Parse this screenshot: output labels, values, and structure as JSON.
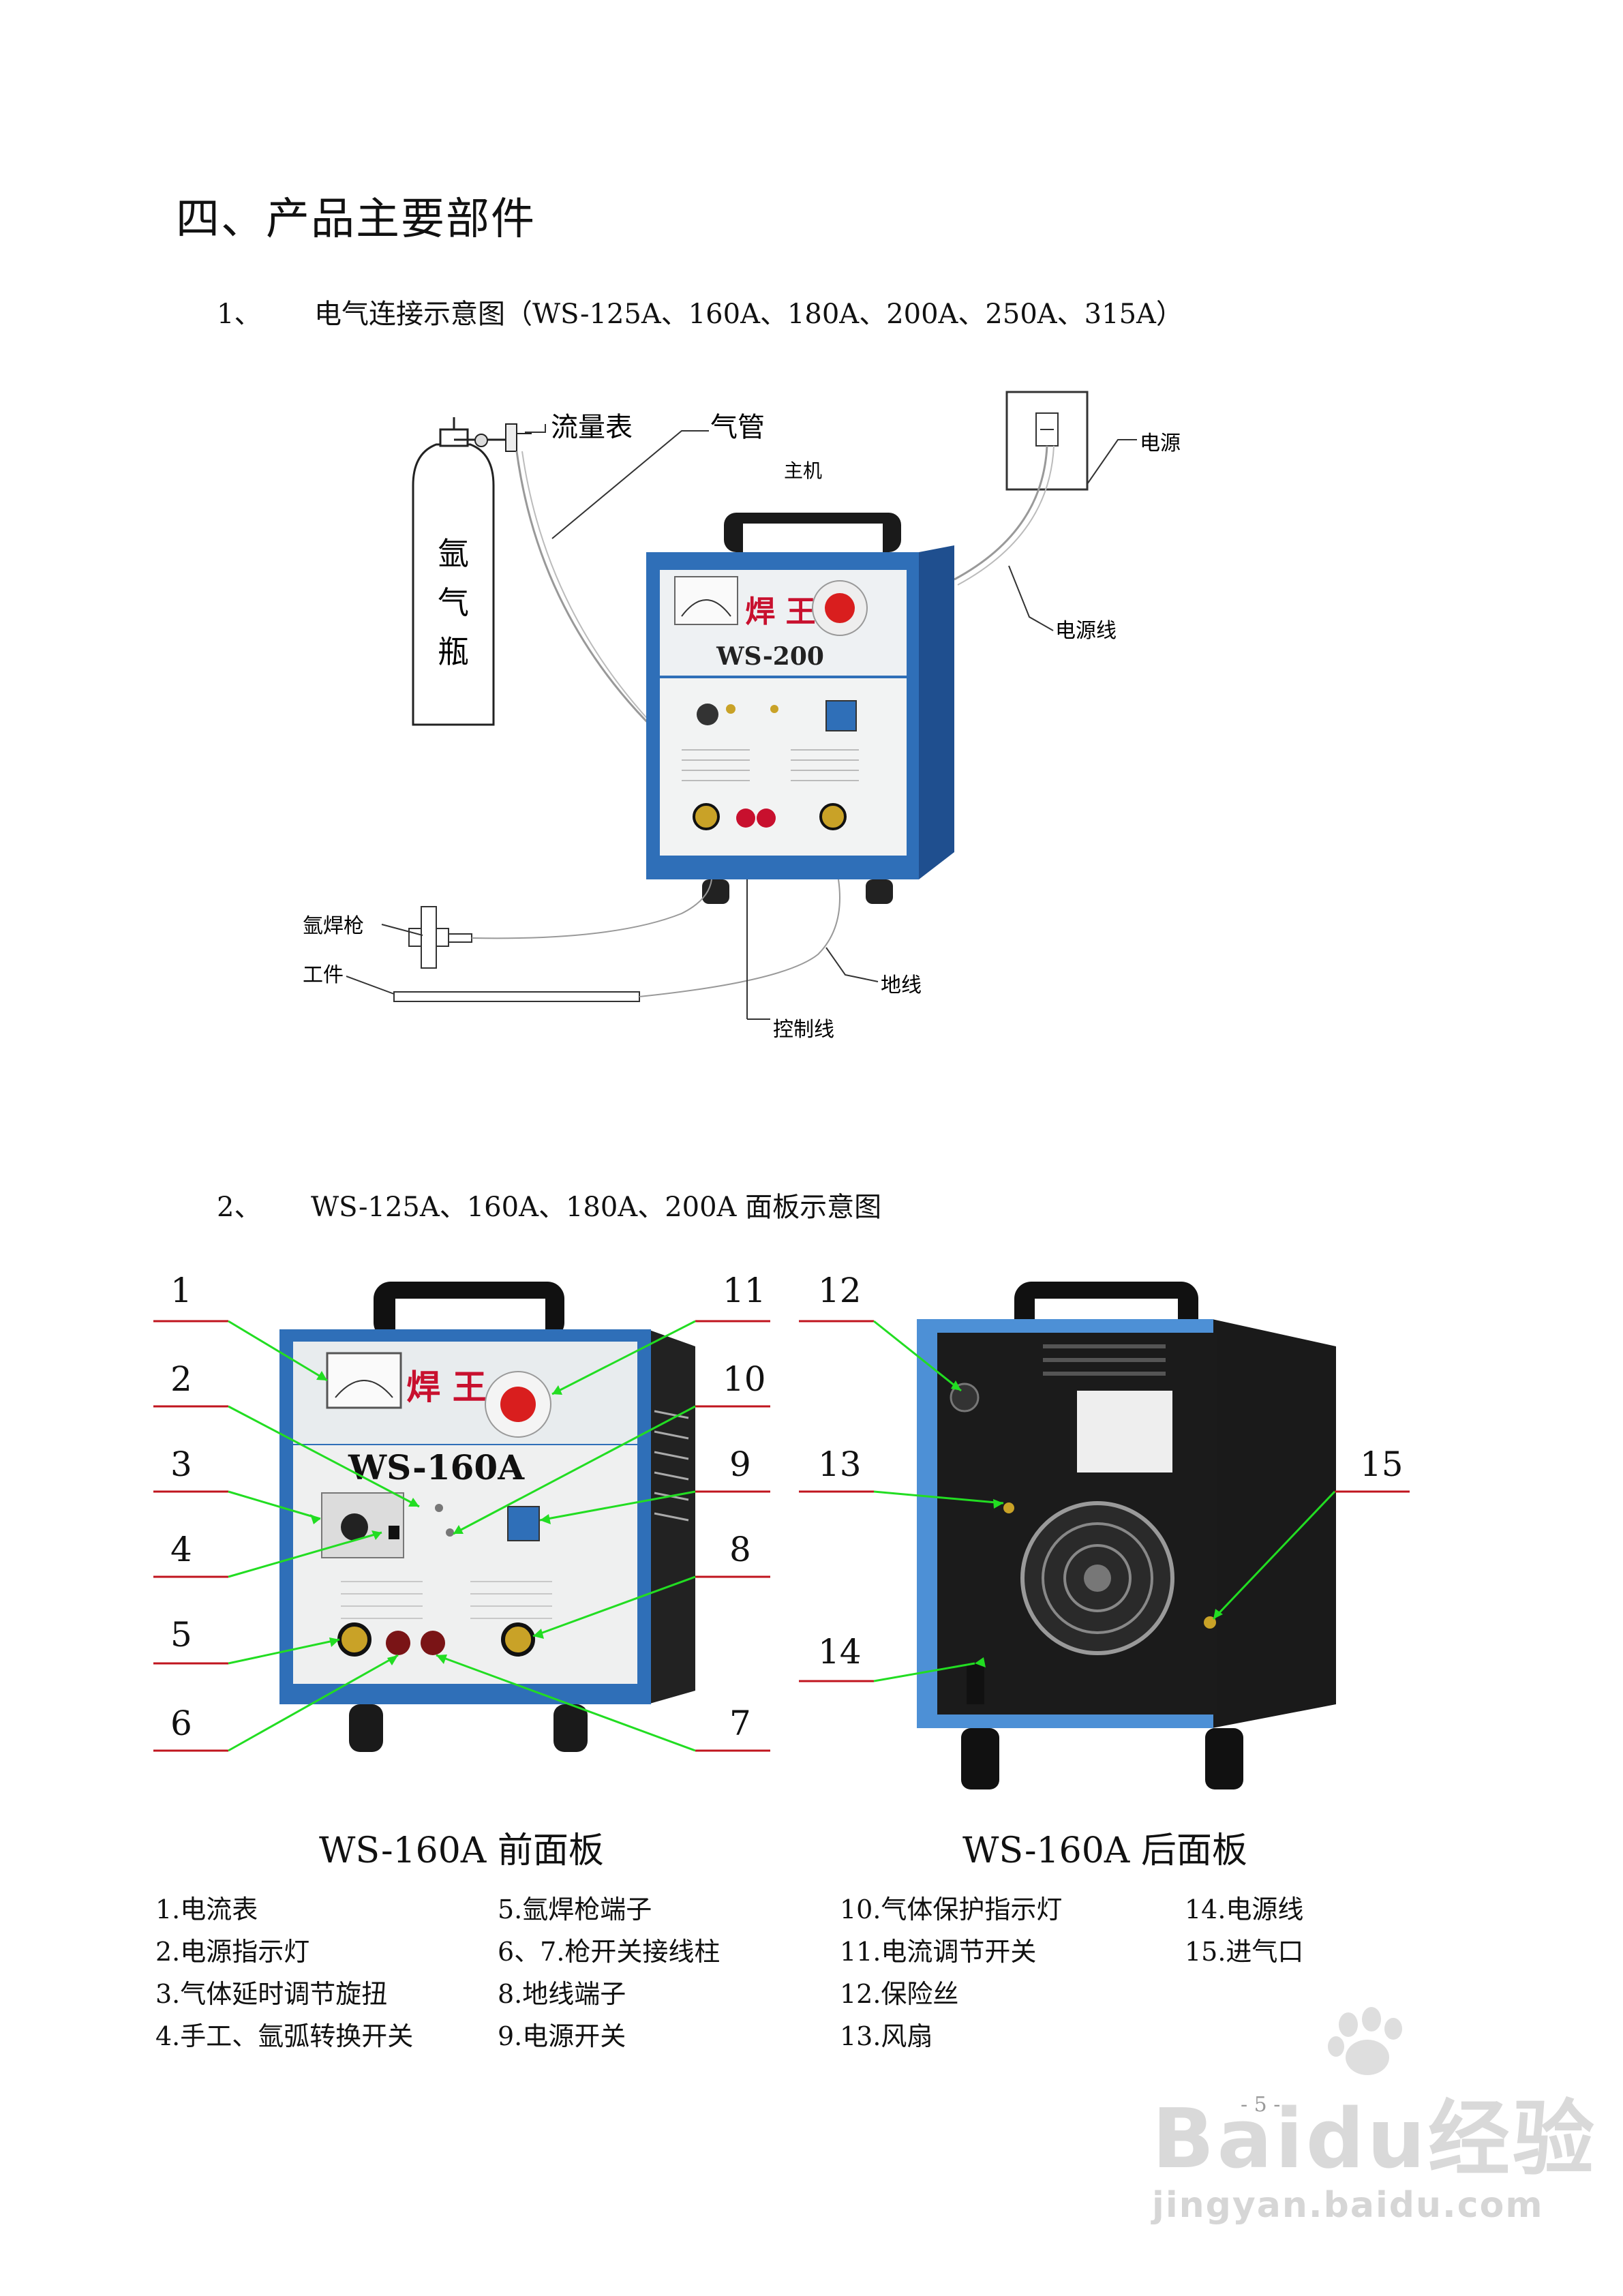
{
  "section_title": "四、产品主要部件",
  "diagram1": {
    "num": "1、",
    "title": "电气连接示意图（WS-125A、160A、180A、200A、250A、315A）",
    "labels": {
      "flowmeter": "流量表",
      "gas_pipe": "气管",
      "host": "主机",
      "power": "电源",
      "bottle_1": "氩",
      "bottle_2": "气",
      "bottle_3": "瓶",
      "power_cable": "电源线",
      "torch": "氩焊枪",
      "workpiece": "工件",
      "ground": "地线",
      "control": "控制线"
    },
    "machine": {
      "brand": "焊 王",
      "model": "WS-200"
    }
  },
  "diagram2": {
    "num": "2、",
    "title": "WS-125A、160A、180A、200A 面板示意图",
    "front_caption": "WS-160A 前面板",
    "rear_caption": "WS-160A 后面板",
    "front_machine": {
      "brand": "焊 王",
      "model": "WS-160A"
    },
    "callouts": {
      "n1": "1",
      "n2": "2",
      "n3": "3",
      "n4": "4",
      "n5": "5",
      "n6": "6",
      "n7": "7",
      "n8": "8",
      "n9": "9",
      "n10": "10",
      "n11": "11",
      "n12": "12",
      "n13": "13",
      "n14": "14",
      "n15": "15"
    }
  },
  "legend": {
    "col1": [
      "1.电流表",
      "2.电源指示灯",
      "3.气体延时调节旋扭",
      "4.手工、氩弧转换开关"
    ],
    "col2": [
      "5.氩焊枪端子",
      "6、7.枪开关接线柱",
      "8.地线端子",
      "9.电源开关"
    ],
    "col3": [
      "10.气体保护指示灯",
      "11.电流调节开关",
      "12.保险丝",
      "13.风扇"
    ],
    "col4": [
      "14.电源线",
      "15.进气口"
    ]
  },
  "page_number": "- 5 -",
  "watermark": {
    "brand": "Baidu经验",
    "url": "jingyan.baidu.com"
  },
  "colors": {
    "machine_blue": "#2f6fb8",
    "callout_green": "#22dd22",
    "callout_red": "#c0141e"
  }
}
